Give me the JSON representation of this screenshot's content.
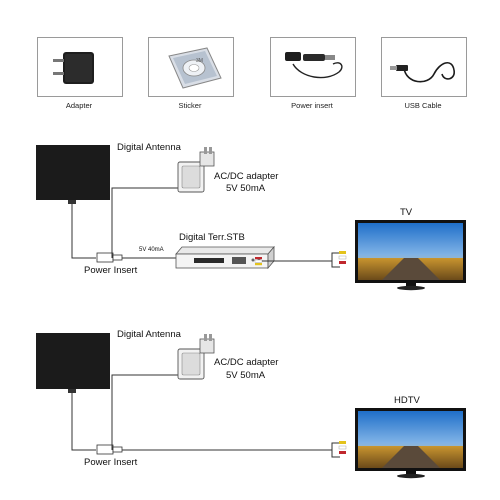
{
  "accessories": [
    {
      "caption": "Adapter",
      "icon": "power-adapter-icon"
    },
    {
      "caption": "Sticker",
      "icon": "sticker-roll-icon"
    },
    {
      "caption": "Power insert",
      "icon": "power-insert-icon"
    },
    {
      "caption": "USB Cable",
      "icon": "usb-cable-icon"
    }
  ],
  "diagram1": {
    "antenna_label": "Digital Antenna",
    "adapter_label_line1": "AC/DC adapter",
    "adapter_label_line2": "5V 50mA",
    "power_insert_label": "Power Insert",
    "stb_label": "Digital Terr.STB",
    "current_label": "5V 40mA",
    "tv_label": "TV"
  },
  "diagram2": {
    "antenna_label": "Digital Antenna",
    "adapter_label_line1": "AC/DC adapter",
    "adapter_label_line2": "5V 50mA",
    "power_insert_label": "Power Insert",
    "tv_label": "HDTV"
  },
  "colors": {
    "antenna": "#1b1b1b",
    "cable": "#333333",
    "tile_border": "#9a9a9a",
    "rca_red": "#c0272d",
    "rca_yellow": "#e3c21b"
  }
}
